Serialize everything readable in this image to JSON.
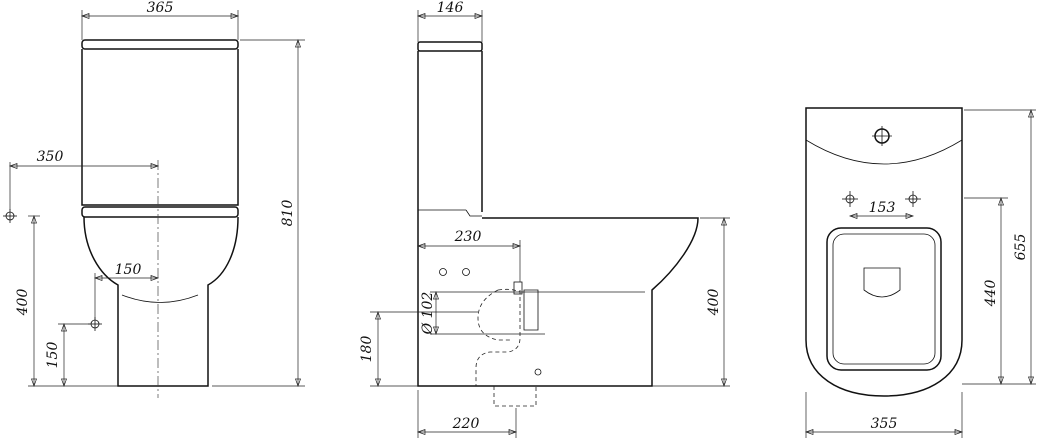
{
  "colors": {
    "line": "#111111",
    "background": "#ffffff"
  },
  "front_view": {
    "width_label": "365",
    "height_label": "810",
    "drain_offset_label": "350",
    "seat_height_label": "400",
    "inlet_label": "150",
    "outlet_height_label": "150"
  },
  "side_view": {
    "tank_depth_label": "146",
    "outlet_reach_label": "230",
    "pipe_diameter_label": "Ø 102",
    "outlet_height_label": "180",
    "seat_height_label": "400",
    "base_depth_label": "220"
  },
  "top_view": {
    "bolt_spacing_label": "153",
    "seat_length_label": "440",
    "total_length_label": "655",
    "width_label": "355"
  }
}
